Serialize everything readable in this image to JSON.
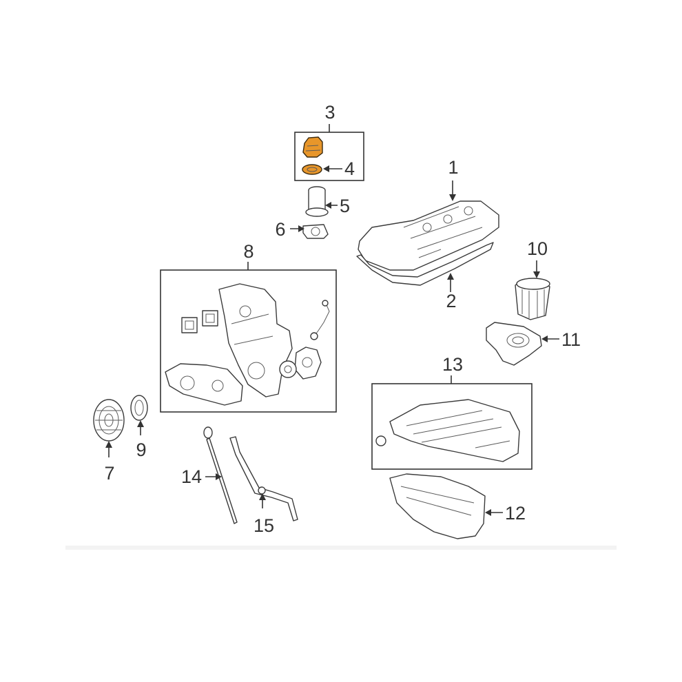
{
  "callouts": [
    {
      "id": "1",
      "label": "1"
    },
    {
      "id": "2",
      "label": "2"
    },
    {
      "id": "3",
      "label": "3"
    },
    {
      "id": "4",
      "label": "4"
    },
    {
      "id": "5",
      "label": "5"
    },
    {
      "id": "6",
      "label": "6"
    },
    {
      "id": "7",
      "label": "7"
    },
    {
      "id": "8",
      "label": "8"
    },
    {
      "id": "9",
      "label": "9"
    },
    {
      "id": "10",
      "label": "10"
    },
    {
      "id": "11",
      "label": "11"
    },
    {
      "id": "12",
      "label": "12"
    },
    {
      "id": "13",
      "label": "13"
    },
    {
      "id": "14",
      "label": "14"
    },
    {
      "id": "15",
      "label": "15"
    }
  ],
  "colors": {
    "highlight": "#e8962a",
    "line": "#333333",
    "background": "#ffffff"
  }
}
